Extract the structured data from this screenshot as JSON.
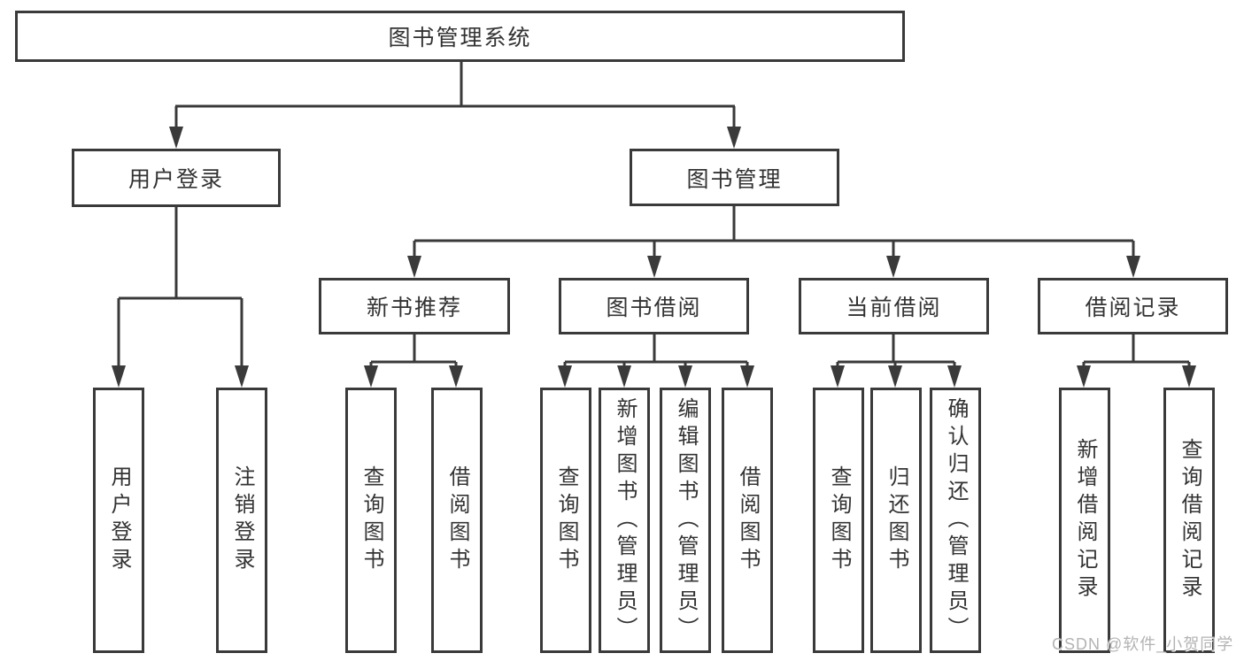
{
  "tree": {
    "root": {
      "label": "图书管理系统"
    },
    "branches": [
      {
        "label": "用户登录",
        "children": [
          "用户登录",
          "注销登录"
        ]
      },
      {
        "label": "图书管理",
        "sections": [
          {
            "label": "新书推荐",
            "children": [
              "查询图书",
              "借阅图书"
            ]
          },
          {
            "label": "图书借阅",
            "children": [
              "查询图书",
              "新增图书（管理员）",
              "编辑图书（管理员）",
              "借阅图书"
            ]
          },
          {
            "label": "当前借阅",
            "children": [
              "查询图书",
              "归还图书",
              "确认归还（管理员）"
            ]
          },
          {
            "label": "借阅记录",
            "children": [
              "新增借阅记录",
              "查询借阅记录"
            ]
          }
        ]
      }
    ]
  },
  "watermark": {
    "text": "CSDN @软件_小贺同学"
  },
  "colors": {
    "line": "#3a3a3a",
    "text": "#333333",
    "watermark": "#b3b3b3",
    "background": "#ffffff"
  }
}
